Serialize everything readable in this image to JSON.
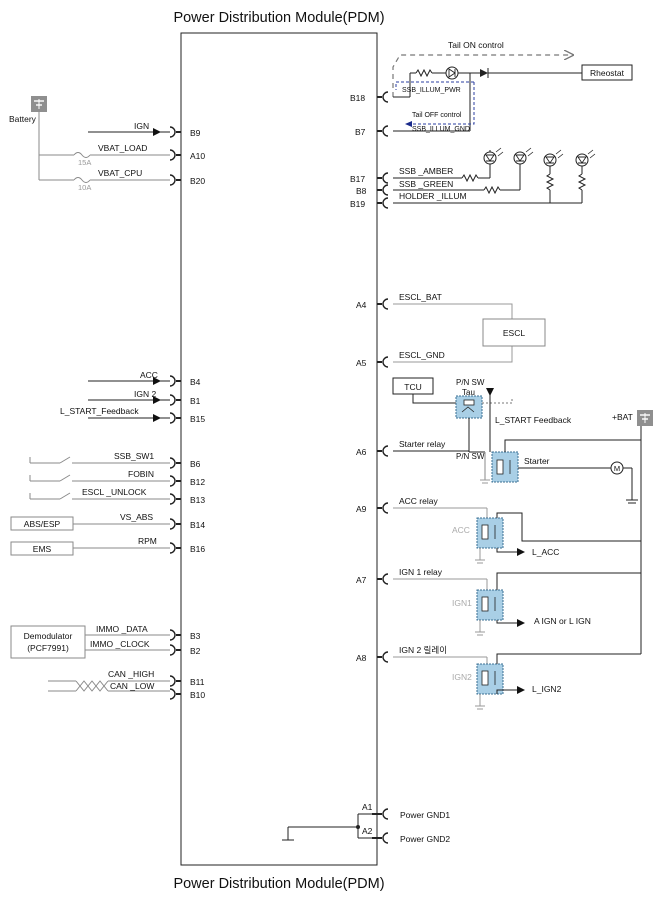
{
  "title_top": "Power Distribution Module(PDM)",
  "title_bottom": "Power Distribution Module(PDM)",
  "battery_label": "Battery",
  "left_pins": [
    {
      "id": "B9",
      "signal": "IGN"
    },
    {
      "id": "A10",
      "signal": "VBAT_LOAD",
      "fuse": "15A"
    },
    {
      "id": "B20",
      "signal": "VBAT_CPU",
      "fuse": "10A"
    },
    {
      "id": "B4",
      "signal": "ACC"
    },
    {
      "id": "B1",
      "signal": "IGN 2"
    },
    {
      "id": "B15",
      "signal": "L_START_Feedback"
    },
    {
      "id": "B6",
      "signal": "SSB_SW1"
    },
    {
      "id": "B12",
      "signal": "FOBIN"
    },
    {
      "id": "B13",
      "signal": "ESCL _UNLOCK"
    },
    {
      "id": "B14",
      "signal": "VS_ABS"
    },
    {
      "id": "B16",
      "signal": "RPM"
    },
    {
      "id": "B3",
      "signal": "IMMO _DATA"
    },
    {
      "id": "B2",
      "signal": "IMMO _CLOCK"
    },
    {
      "id": "B11",
      "signal": "CAN _HIGH"
    },
    {
      "id": "B10",
      "signal": "CAN _LOW"
    }
  ],
  "left_boxes": {
    "abs": "ABS/ESP",
    "ems": "EMS",
    "demod_line1": "Demodulator",
    "demod_line2": "(PCF7991)"
  },
  "right_pins": [
    {
      "id": "B18"
    },
    {
      "id": "B7"
    },
    {
      "id": "B17",
      "signal": "SSB _AMBER"
    },
    {
      "id": "B8",
      "signal": "SSB _GREEN"
    },
    {
      "id": "B19",
      "signal": "HOLDER _ILLUM"
    },
    {
      "id": "A4",
      "signal": "ESCL_BAT"
    },
    {
      "id": "A5",
      "signal": "ESCL_GND"
    },
    {
      "id": "A6",
      "signal": "Starter relay"
    },
    {
      "id": "A9",
      "signal": "ACC relay"
    },
    {
      "id": "A7",
      "signal": "IGN 1 relay"
    },
    {
      "id": "A8",
      "signal": "IGN 2 릴레이"
    },
    {
      "id": "A1",
      "signal": "Power GND1"
    },
    {
      "id": "A2",
      "signal": "Power GND2"
    }
  ],
  "right_labels": {
    "tail_on": "Tail ON control",
    "tail_off": "Tail OFF control",
    "ssb_illum_pwr": "SSB_ILLUM_PWR",
    "ssb_illum_gnd": "SSB_ILLUM_GND",
    "rheostat": "Rheostat",
    "escl": "ESCL",
    "tcu": "TCU",
    "pn_sw_1": "P/N SW",
    "tau": "Tau",
    "l_start_feedback": "L_START Feedback",
    "pn_sw_2": "P/N SW",
    "starter": "Starter",
    "bat": "+BAT",
    "motor": "M",
    "acc": "ACC",
    "l_acc": "L_ACC",
    "ign1": "IGN1",
    "a_ign": "A IGN or L IGN",
    "ign2": "IGN2",
    "l_ign2": "L_IGN2"
  },
  "colors": {
    "line": "#222222",
    "gray": "#8a8a8a",
    "relay_fill": "#a9cfe6",
    "relay_stroke": "#3a6f93"
  }
}
